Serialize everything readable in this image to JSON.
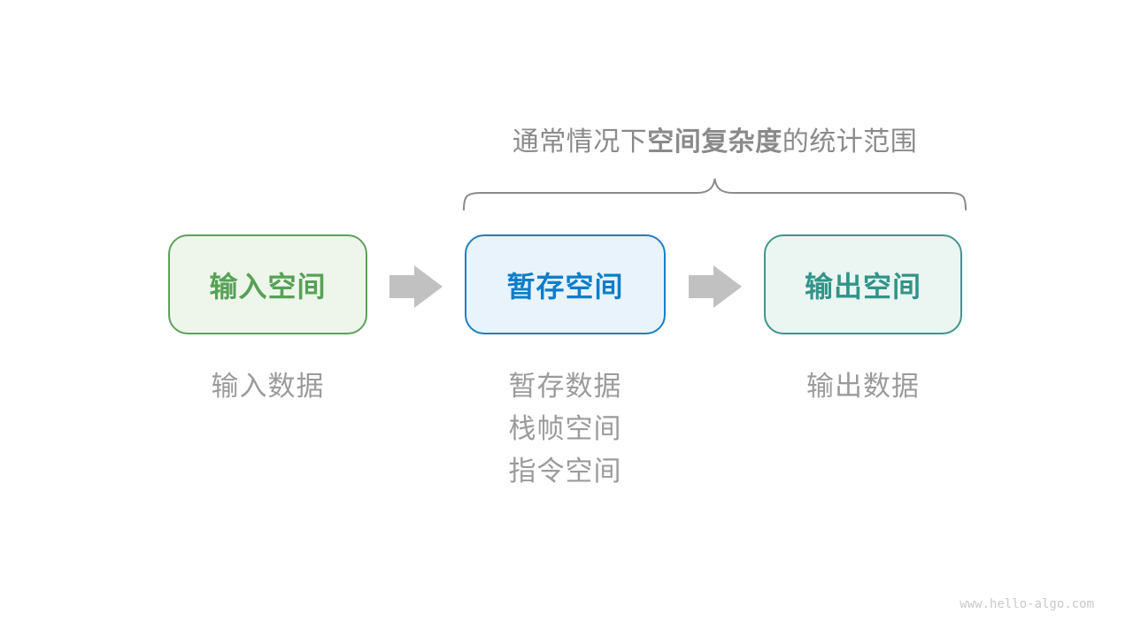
{
  "page": {
    "background_color": "#ffffff"
  },
  "title": {
    "prefix": "通常情况下",
    "bold_term": "空间复杂度",
    "suffix": "的统计范围",
    "color": "#8a8a8a"
  },
  "brace": {
    "color": "#8a8a8a"
  },
  "boxes": [
    {
      "label": "输入空间",
      "border_color": "#5f9f5e",
      "bg_color": "#eef6ec",
      "text_color": "#57a156"
    },
    {
      "label": "暂存空间",
      "border_color": "#1e7ec7",
      "bg_color": "#e9f3fc",
      "text_color": "#0d7dc9"
    },
    {
      "label": "输出空间",
      "border_color": "#3e968b",
      "bg_color": "#ebf5f2",
      "text_color": "#319488"
    }
  ],
  "arrows": {
    "color": "#c1c1c1"
  },
  "annotations": {
    "color": "#9b9b9b",
    "input": {
      "lines": [
        "输入数据"
      ]
    },
    "temp": {
      "lines": [
        "暂存数据",
        "栈帧空间",
        "指令空间"
      ]
    },
    "output": {
      "lines": [
        "输出数据"
      ]
    }
  },
  "watermark": {
    "text": "www.hello-algo.com",
    "color": "#c9c9c9"
  }
}
